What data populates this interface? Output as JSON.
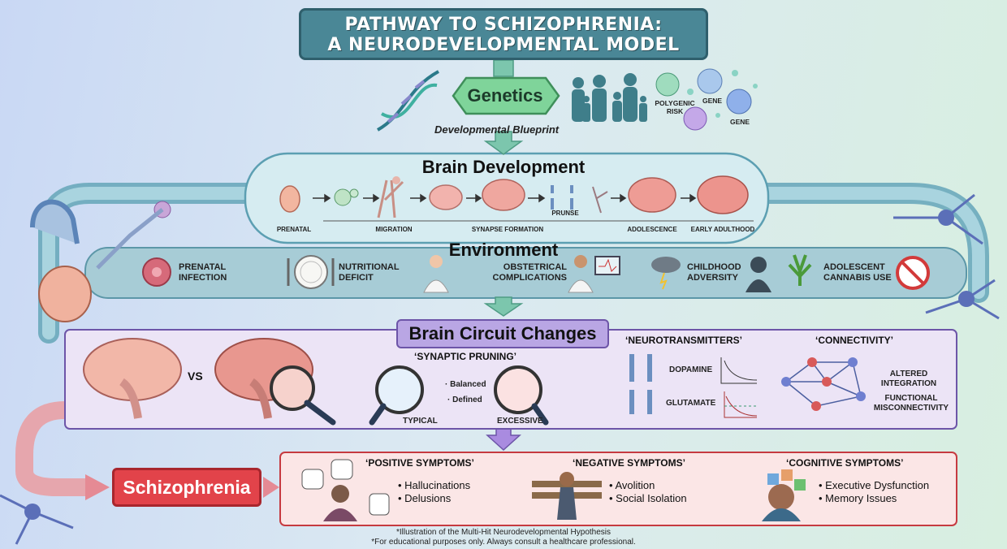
{
  "title": {
    "line1": "PATHWAY TO SCHIZOPHRENIA:",
    "line2": "A NEURODEVELOPMENTAL MODEL"
  },
  "genetics": {
    "label": "Genetics",
    "subtitle": "Developmental Blueprint",
    "polygenic": "POLYGENIC RISK",
    "gene1": "GENE",
    "gene2": "GENE"
  },
  "brain_dev": {
    "title": "Brain Development",
    "stages": [
      "PRENATAL",
      "MIGRATION",
      "SYNAPSE FORMATION",
      "ADOLESCENCE",
      "EARLY ADULTHOOD"
    ],
    "prunse": "PRUNSE"
  },
  "environment": {
    "title": "Environment",
    "factors": [
      "PRENATAL INFECTION",
      "NUTRITIONAL DEFICIT",
      "OBSTETRICAL COMPLICATIONS",
      "CHILDHOOD ADVERSITY",
      "ADOLESCENT CANNABIS USE"
    ]
  },
  "circuit": {
    "title": "Brain Circuit Changes",
    "vs": "VS",
    "pruning": {
      "title": "‘SYNAPTIC PRUNING’",
      "balanced": "· Balanced",
      "defined": "· Defined",
      "typical": "TYPICAL",
      "excessive": "EXCESSIVE"
    },
    "neuro": {
      "title": "‘NEUROTRANSMITTERS’",
      "dopamine": "DOPAMINE",
      "glutamate": "GLUTAMATE"
    },
    "conn": {
      "title": "‘CONNECTIVITY’",
      "altered": "ALTERED INTEGRATION",
      "functional": "FUNCTIONAL MISCONNECTIVITY"
    }
  },
  "outcome": {
    "label": "Schizophrenia"
  },
  "symptoms": {
    "positive": {
      "title": "‘POSITIVE SYMPTOMS’",
      "items": [
        "• Hallucinations",
        "• Delusions"
      ]
    },
    "negative": {
      "title": "‘NEGATIVE SYMPTOMS’",
      "items": [
        "• Avolition",
        "• Social Isolation"
      ]
    },
    "cognitive": {
      "title": "‘COGNITIVE SYMPTOMS’",
      "items": [
        "• Executive Dysfunction",
        "• Memory Issues"
      ]
    }
  },
  "footer": {
    "line1": "*Illustration of the Multi-Hit Neurodevelopmental Hypothesis",
    "line2": "*For educational purposes only. Always consult a healthcare professional."
  },
  "colors": {
    "title_bg": "#4a8796",
    "genetics": "#7fd49a",
    "dev_band": "#7fb6c8",
    "circuit_bg": "#ece4f6",
    "circuit_title": "#b9a6e4",
    "schizo": "#e2434a",
    "symptoms_bg": "#fbe6e6"
  }
}
